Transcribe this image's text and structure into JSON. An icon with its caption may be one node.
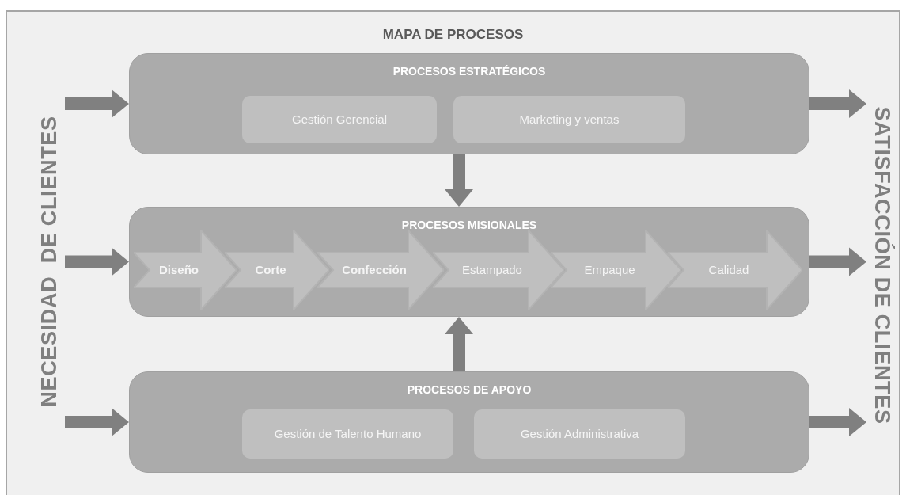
{
  "diagram": {
    "title": "MAPA DE PROCESOS",
    "nodes": [
      {
        "text": [
          "NECESIDAD  DE CLIENTES"
        ]
      },
      {
        "text": [
          "SATISFACCIÓN DE CLIENTES"
        ]
      },
      {
        "text": [
          "PROCESOS ESTRATÉGICOS"
        ]
      },
      {
        "text": [
          "Gestión Gerencial"
        ],
        "in": 2
      },
      {
        "text": [
          "Marketing y ventas"
        ],
        "in": 2
      },
      {
        "text": [
          "PROCESOS MISIONALES"
        ]
      },
      {
        "text": [
          "Diseño"
        ],
        "in": 5
      },
      {
        "text": [
          "Corte"
        ],
        "in": 5
      },
      {
        "text": [
          "Confección"
        ],
        "in": 5
      },
      {
        "text": [
          "Estampado"
        ],
        "in": 5
      },
      {
        "text": [
          "Empaque"
        ],
        "in": 5
      },
      {
        "text": [
          "Calidad"
        ],
        "in": 5
      },
      {
        "text": [
          "PROCESOS DE APOYO"
        ]
      },
      {
        "text": [
          "Gestión de Talento Humano"
        ],
        "in": 12
      },
      {
        "text": [
          "Gestión Administrativa"
        ],
        "in": 12
      }
    ],
    "edges": [
      {
        "from": 0,
        "to": 2,
        "arrow": "to"
      },
      {
        "from": 0,
        "to": 5,
        "arrow": "to"
      },
      {
        "from": 0,
        "to": 12,
        "arrow": "to"
      },
      {
        "from": 2,
        "to": 5,
        "arrow": "to"
      },
      {
        "from": 12,
        "to": 5,
        "arrow": "to"
      },
      {
        "from": 2,
        "to": 1,
        "arrow": "to"
      },
      {
        "from": 5,
        "to": 1,
        "arrow": "to"
      },
      {
        "from": 12,
        "to": 1,
        "arrow": "to"
      }
    ]
  }
}
